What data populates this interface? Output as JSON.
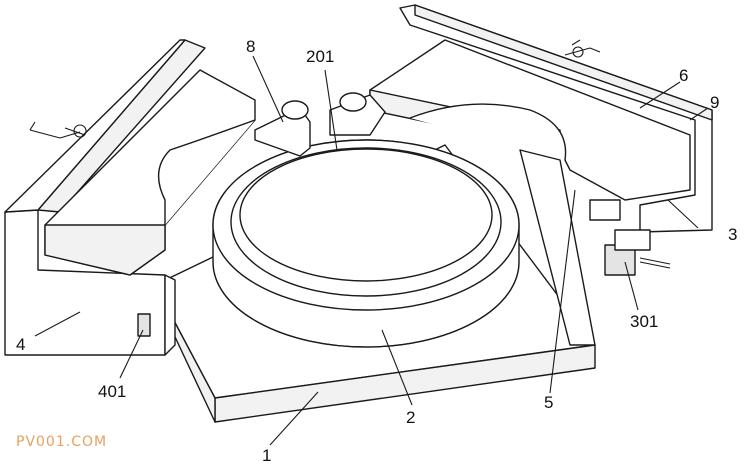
{
  "callouts": {
    "base_plate": "1",
    "ring_platform": "2",
    "right_support": "3",
    "left_support": "4",
    "slope_face": "5",
    "right_jaw": "6",
    "roller": "8",
    "right_frame_label": "9",
    "inner_disc": "201",
    "right_bracket": "301",
    "left_bracket": "401"
  },
  "watermark": {
    "text": "PV001.COM",
    "color": "#e8a060"
  },
  "colors": {
    "line": "#1a1a1a",
    "fill": "#ffffff",
    "shade": "#f2f2f2"
  }
}
